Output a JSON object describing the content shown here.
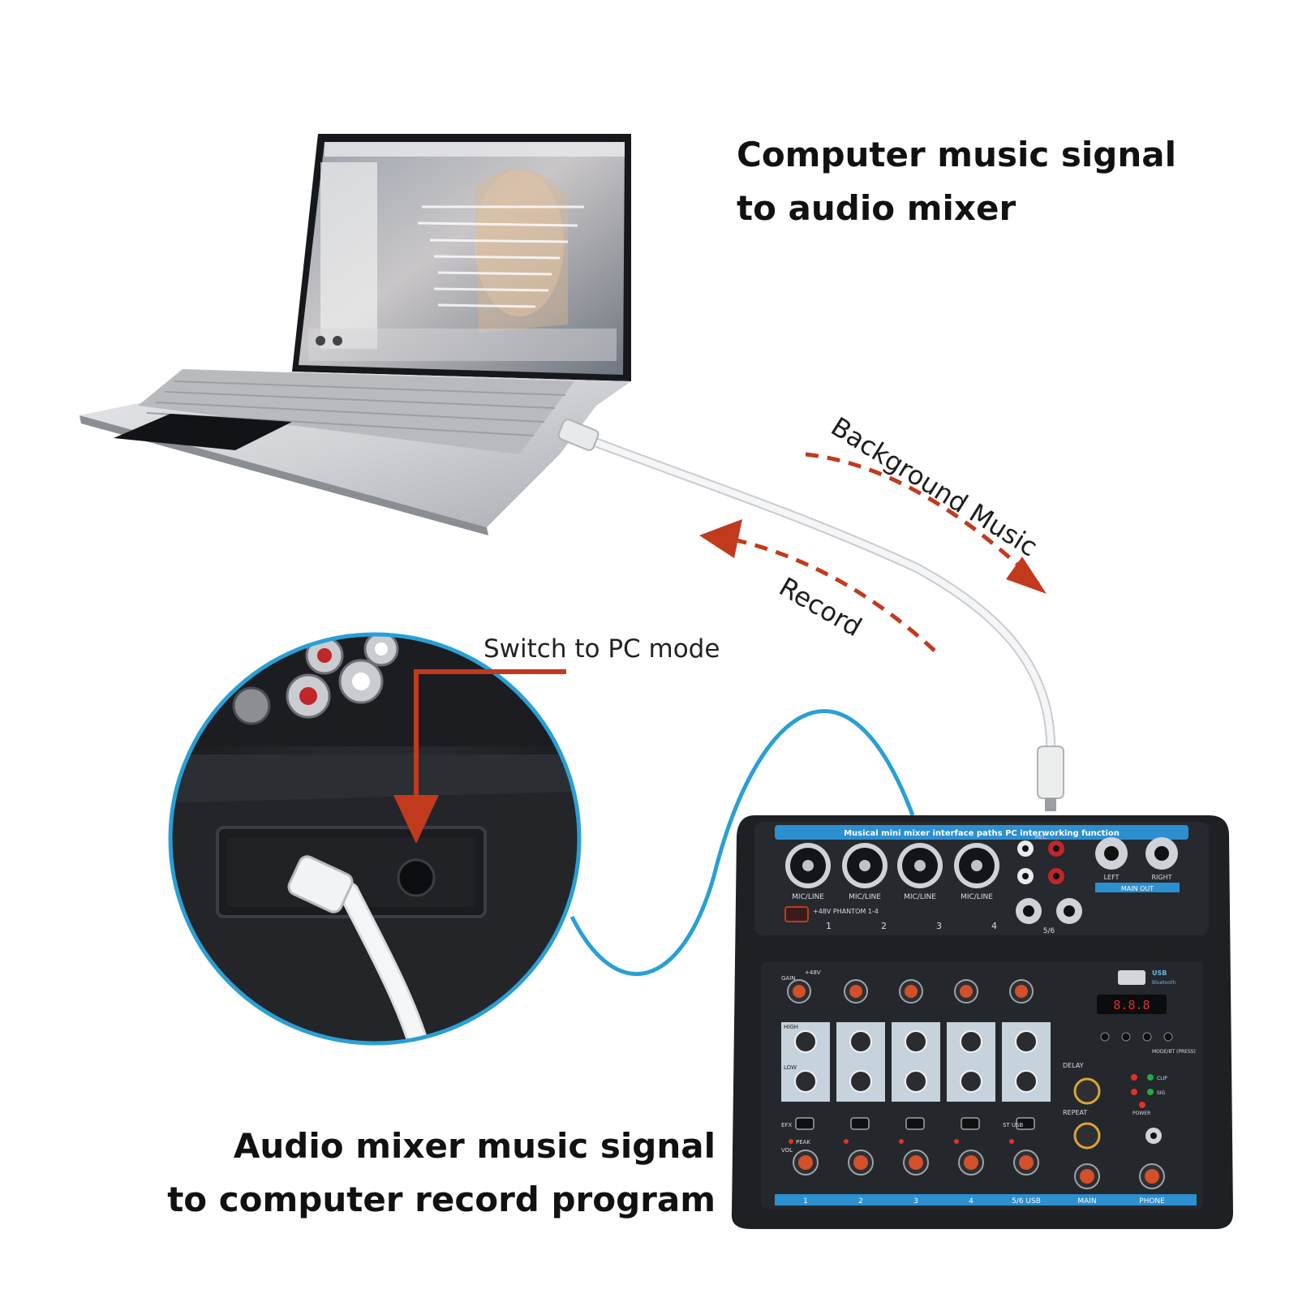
{
  "headings": {
    "top_line1": "Computer music signal",
    "top_line2": "to audio mixer",
    "bottom_line1": "Audio mixer music signal",
    "bottom_line2": "to computer record program"
  },
  "flows": {
    "background_music": "Background Music",
    "record": "Record"
  },
  "callout": {
    "label": "Switch to PC mode"
  },
  "mixer": {
    "banner": "Musical mini mixer interface paths PC interworking function",
    "input_jack_label": "MIC/LINE",
    "channel_numbers": [
      "1",
      "2",
      "3",
      "4"
    ],
    "phantom_label": "+48V PHANTOM 1-4",
    "rec_label": "REC",
    "left_label": "LEFT",
    "right_label": "RIGHT",
    "main_out_label": "MAIN OUT",
    "s6_label": "5/6",
    "usb_label": "USB",
    "bluetooth_label": "Bluetooth",
    "strip_labels": [
      "1",
      "2",
      "3",
      "4",
      "5/6 USB",
      "MAIN",
      "PHONE"
    ],
    "knob_labels": [
      "GAIN",
      "HIGH",
      "LOW",
      "EFX",
      "PEAK",
      "VOL"
    ],
    "fx_labels": [
      "DELAY",
      "REPEAT"
    ],
    "led_labels": [
      "CLIP",
      "SIG",
      "POWER"
    ],
    "display_value": "8.8.8",
    "phantom_btn": "+48V",
    "st_usb_label": "ST USB",
    "mode_label": "MODE/BT (PRESS)"
  },
  "colors": {
    "arrow_red": "#c23a1e",
    "cable_blue": "#2a9fd6",
    "mixer_body": "#1e2024",
    "mixer_panel": "#26292e",
    "banner_blue": "#2c8fd0",
    "knob_orange": "#d2502a"
  }
}
